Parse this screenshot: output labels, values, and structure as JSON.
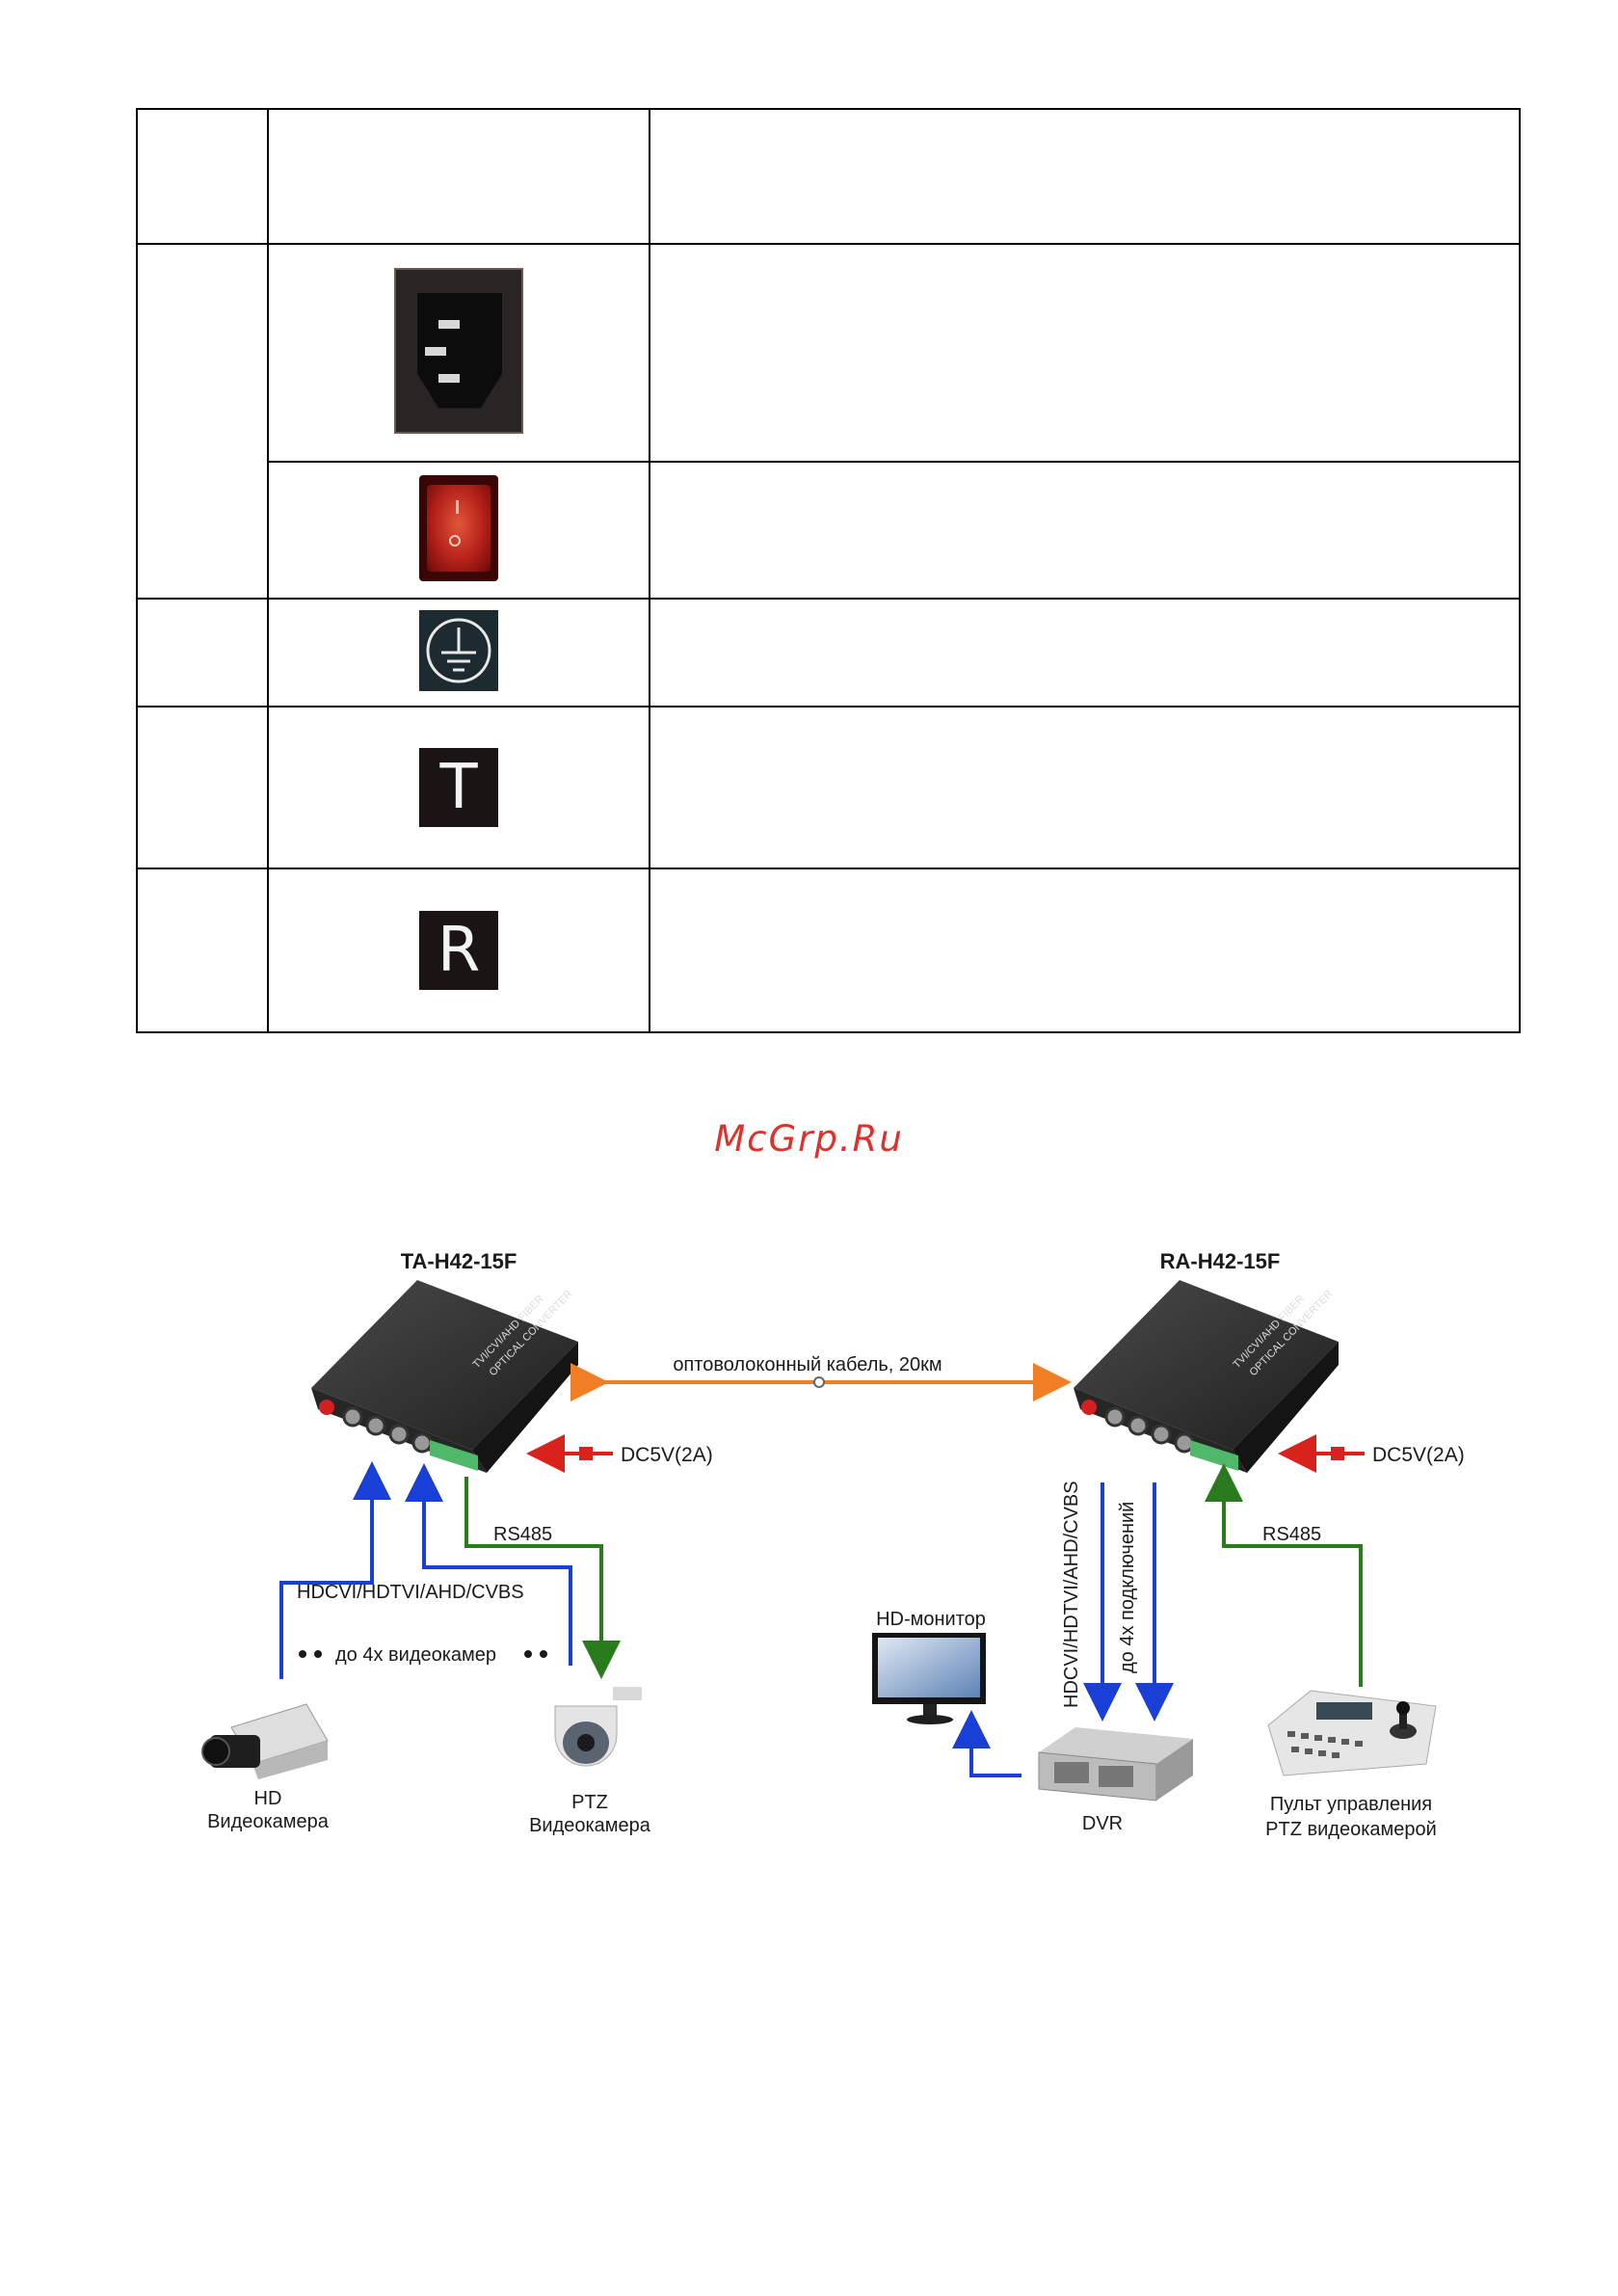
{
  "table": {
    "rows": [
      {
        "num": "",
        "icon": "",
        "desc": ""
      },
      {
        "num": "",
        "icon": "power-socket-icon",
        "desc": ""
      },
      {
        "num": "",
        "icon": "power-switch-icon",
        "desc": ""
      },
      {
        "num": "",
        "icon": "ground-icon",
        "desc": ""
      },
      {
        "num": "",
        "icon": "T",
        "desc": ""
      },
      {
        "num": "",
        "icon": "R",
        "desc": ""
      }
    ]
  },
  "watermark": "McGrp.Ru",
  "diagram": {
    "transmitter_title": "TA-H42-15F",
    "receiver_title": "RA-H42-15F",
    "fiber_label": "оптоволоконный кабель, 20км",
    "power_left": "DC5V(2A)",
    "power_right": "DC5V(2A)",
    "rs485_left": "RS485",
    "rs485_right": "RS485",
    "video_formats": "HDCVI/HDTVI/AHD/CVBS",
    "cameras_count": "до 4х видеокамер",
    "hd_camera_line1": "HD",
    "hd_camera_line2": "Видеокамера",
    "ptz_camera_line1": "PTZ",
    "ptz_camera_line2": "Видеокамера",
    "monitor_label": "HD-монитор",
    "dvr_label": "DVR",
    "dvr_video_formats": "HDCVI/HDTVI/AHD/CVBS",
    "connections_count": "до 4х подключений",
    "controller_line1": "Пульт управления",
    "controller_line2": "PTZ видеокамерой",
    "device_print_line1": "TVI/CVI/AHD FIBER",
    "device_print_line2": "OPTICAL CONVERTER"
  },
  "colors": {
    "video_arrow": "#1a3fd6",
    "rs485_arrow": "#2a7a1e",
    "fiber_arrow": "#f07f23",
    "power_arrow": "#d8231d",
    "watermark": "#e0302c"
  }
}
